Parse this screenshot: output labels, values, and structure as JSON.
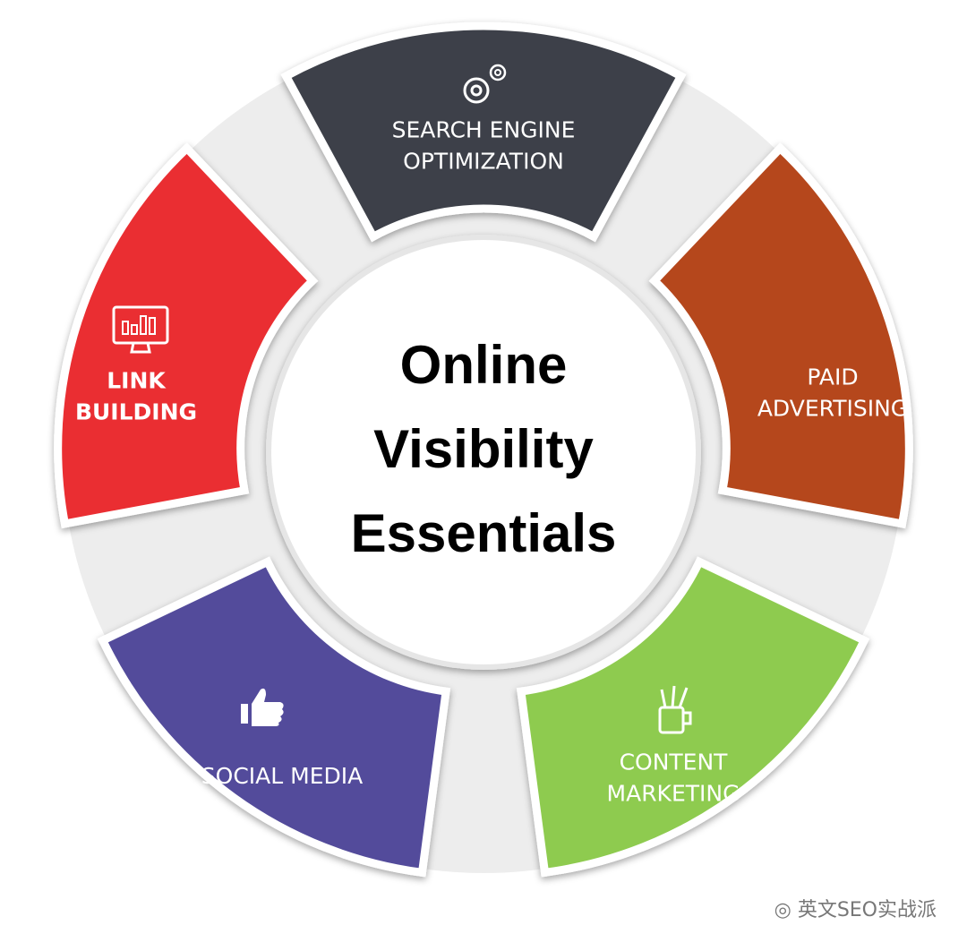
{
  "center": {
    "lines": [
      "Online",
      "Visibility",
      "Essentials"
    ]
  },
  "segments": [
    {
      "id": "seo",
      "lines": [
        "SEARCH ENGINE",
        "OPTIMIZATION"
      ],
      "icon": "gears-icon",
      "color": "#3d4149",
      "bold": false
    },
    {
      "id": "paid",
      "lines": [
        "PAID",
        "ADVERTISING"
      ],
      "icon": null,
      "color": "#b5461a",
      "bold": false
    },
    {
      "id": "content",
      "lines": [
        "CONTENT",
        "MARKETING"
      ],
      "icon": "mug-with-pencils-icon",
      "color": "#8ecb4f",
      "bold": false
    },
    {
      "id": "social",
      "lines": [
        "SOCIAL MEDIA"
      ],
      "icon": "thumbs-up-icon",
      "color": "#524c9b",
      "bold": false
    },
    {
      "id": "link",
      "lines": [
        "LINK",
        "BUILDING"
      ],
      "icon": "monitor-chart-icon",
      "color": "#ea2f33",
      "bold": true
    }
  ],
  "watermark": "英文SEO实战派",
  "colors": {
    "ring": "#ededed",
    "inner": "#ffffff"
  }
}
